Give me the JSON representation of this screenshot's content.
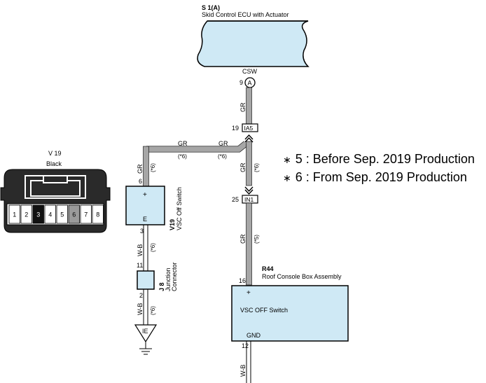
{
  "ecu": {
    "ref": "S 1(A)",
    "name": "Skid Control ECU with Actuator",
    "terminal_name": "CSW",
    "pin": "9",
    "pin_circle": "A"
  },
  "connector_ia5": {
    "pin": "19",
    "label": "IA5"
  },
  "connector_in1": {
    "pin": "25",
    "label": "IN1"
  },
  "wires": {
    "gr_top": "GR",
    "gr_branch_left": "GR",
    "gr_branch_right": "GR",
    "note6_left": "(*6)",
    "note6_right": "(*6)",
    "gr_left_vertical": "GR",
    "note6_left_vertical": "(*6)",
    "gr_ia5_in1": "GR",
    "note6_ia5_in1": "(*6)",
    "gr_in1_r44": "GR",
    "note5_in1_r44": "(*5)",
    "wb_v19_j8": "W-B",
    "note6_v19_j8": "(*6)",
    "wb_j8_ie": "W-B",
    "note6_j8_ie": "(*6)",
    "wb_bottom": "W-B"
  },
  "v19": {
    "ref": "V19",
    "name": "VSC Off Switch",
    "plus": "+",
    "e": "E",
    "pin_top": "6",
    "pin_bottom": "3"
  },
  "j8": {
    "ref": "J 8",
    "name_line1": "Junction",
    "name_line2": "Connector",
    "pin_top": "11",
    "pin_bottom": "2"
  },
  "ground": {
    "label": "IE"
  },
  "r44": {
    "ref": "R44",
    "name": "Roof Console Box Assembly",
    "pin_top": "16",
    "plus": "+",
    "switch_label": "VSC OFF Switch",
    "gnd": "GND",
    "pin_bottom": "12"
  },
  "connector_view": {
    "title": "V 19",
    "color": "Black",
    "pins": [
      "1",
      "2",
      "3",
      "4",
      "5",
      "6",
      "7",
      "8"
    ]
  },
  "notes": [
    {
      "star": "∗",
      "text": "5 : Before Sep.  2019 Production"
    },
    {
      "star": "∗",
      "text": "6 : From Sep.  2019 Production"
    }
  ],
  "colors": {
    "box_fill": "#cfe9f5",
    "wire_gray": "#a6a6a6",
    "connector_body": "#2a2a2a"
  }
}
